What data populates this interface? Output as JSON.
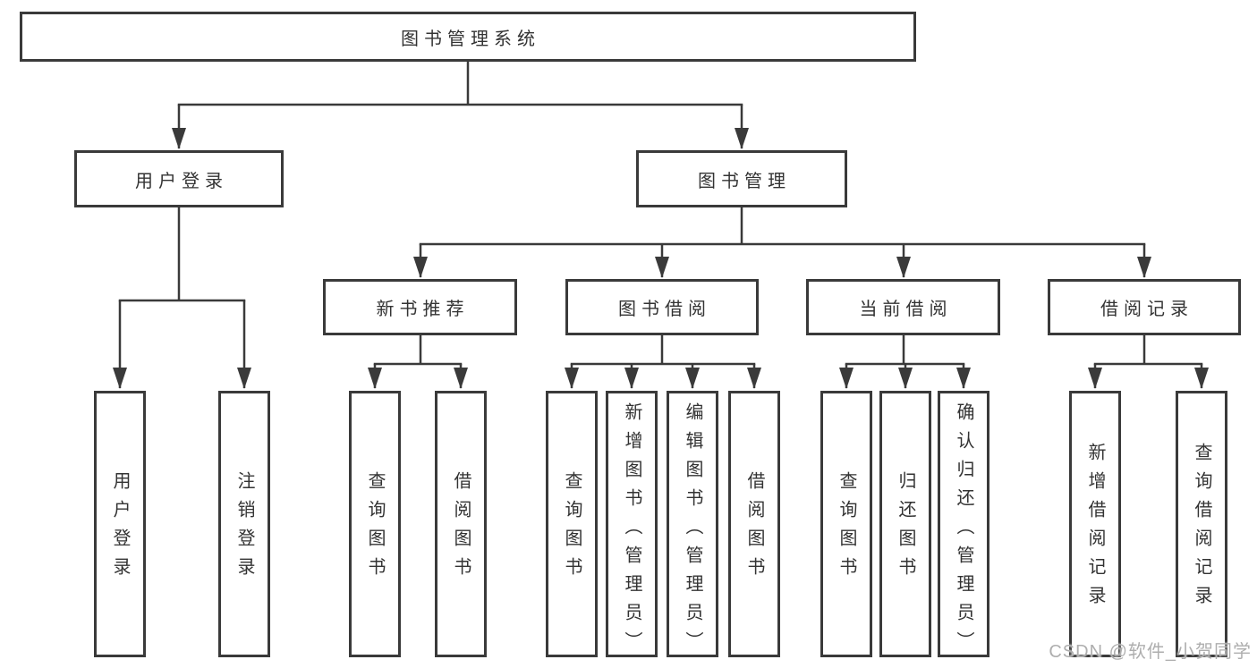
{
  "colors": {
    "line": "#3a3a3a",
    "box_border": "#3a3a3a",
    "text": "#333333",
    "watermark": "#aeaeae",
    "background": "#ffffff"
  },
  "watermark": {
    "text": "CSDN @软件_小贺同学"
  },
  "nodes": {
    "root": {
      "label": "图书管理系统"
    },
    "level2": {
      "user_login": {
        "label": "用户登录"
      },
      "book_mgmt": {
        "label": "图书管理"
      }
    },
    "level3": {
      "new_book_rec": {
        "label": "新书推荐"
      },
      "book_borrow": {
        "label": "图书借阅"
      },
      "current_borrow": {
        "label": "当前借阅"
      },
      "borrow_record": {
        "label": "借阅记录"
      }
    },
    "leaves": {
      "user_login": {
        "label": "用户登录"
      },
      "logout": {
        "label": "注销登录"
      },
      "rec_query_book": {
        "label": "查询图书"
      },
      "rec_borrow_book": {
        "label": "借阅图书"
      },
      "bb_query_book": {
        "label": "查询图书"
      },
      "bb_add_book": {
        "label": "新增图书（管理员）"
      },
      "bb_edit_book": {
        "label": "编辑图书（管理员）"
      },
      "bb_borrow_book": {
        "label": "借阅图书"
      },
      "cb_query_book": {
        "label": "查询图书"
      },
      "cb_return_book": {
        "label": "归还图书"
      },
      "cb_confirm_return": {
        "label": "确认归还（管理员）"
      },
      "br_add_record": {
        "label": "新增借阅记录"
      },
      "br_query_record": {
        "label": "查询借阅记录"
      }
    }
  },
  "hierarchy": {
    "图书管理系统": {
      "用户登录": [
        "用户登录",
        "注销登录"
      ],
      "图书管理": {
        "新书推荐": [
          "查询图书",
          "借阅图书"
        ],
        "图书借阅": [
          "查询图书",
          "新增图书（管理员）",
          "编辑图书（管理员）",
          "借阅图书"
        ],
        "当前借阅": [
          "查询图书",
          "归还图书",
          "确认归还（管理员）"
        ],
        "借阅记录": [
          "新增借阅记录",
          "查询借阅记录"
        ]
      }
    }
  }
}
